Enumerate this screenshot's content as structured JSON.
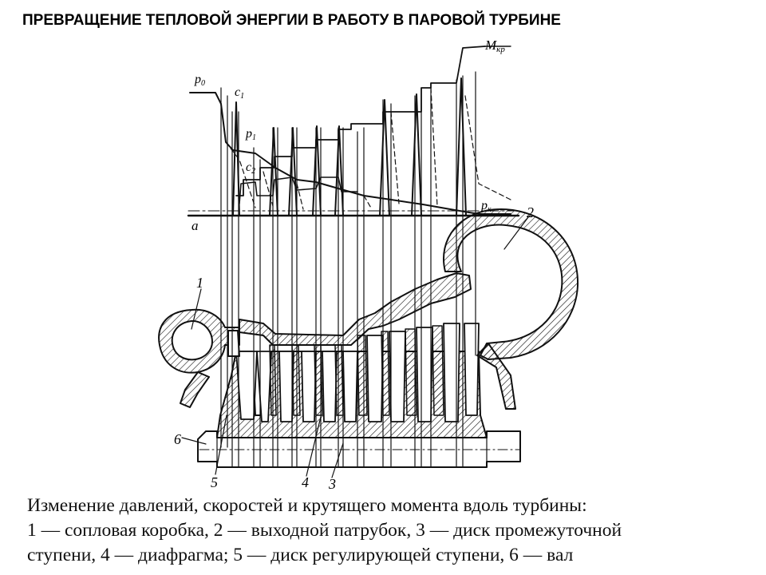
{
  "slide": {
    "title": "ПРЕВРАЩЕНИЕ ТЕПЛОВОЙ ЭНЕРГИИ В РАБОТУ В ПАРОВОЙ ТУРБИНЕ"
  },
  "diagram": {
    "labels": {
      "p0": "p",
      "p0_sub": "0",
      "c1": "c",
      "c1_sub": "1",
      "p1": "p",
      "p1_sub": "1",
      "c2": "c",
      "c2_sub": "2",
      "a": "a",
      "pk": "p",
      "pk_sub": "к",
      "mkr": "M",
      "mkr_sub": "кр",
      "part1": "1",
      "part2": "2",
      "part3": "3",
      "part4": "4",
      "part5": "5",
      "part6": "6"
    },
    "colors": {
      "line": "#111111",
      "paper": "#ffffff"
    }
  },
  "caption": {
    "line1": "Изменение давлений, скоростей и крутящего момента вдоль турбины:",
    "line2": "1 — сопловая коробка, 2 — выходной патрубок, 3 — диск промежуточной",
    "line3": "ступени, 4 — диафрагма; 5 — диск регулирующей ступени, 6 — вал"
  }
}
